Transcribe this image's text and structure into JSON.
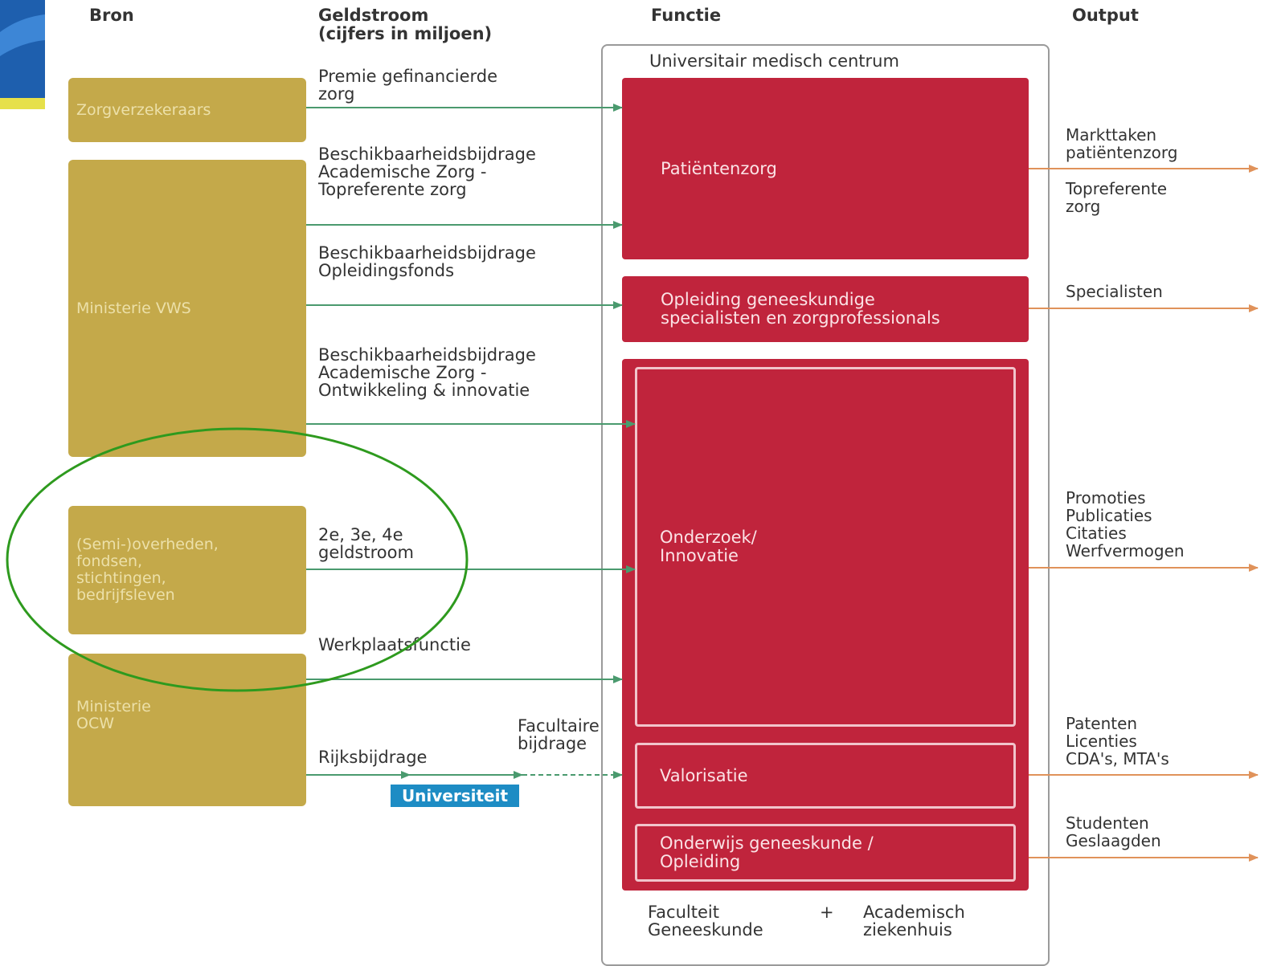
{
  "headers": {
    "bron": "Bron",
    "geldstroom": "Geldstroom\n(cijfers in miljoen)",
    "functie": "Functie",
    "output": "Output"
  },
  "sources": {
    "zorgverzekeraars": "Zorgverzekeraars",
    "vws": "Ministerie VWS",
    "semi": "(Semi-)overheden,\nfondsen,\nstichtingen,\nbedrijfsleven",
    "ocw": "Ministerie\nOCW"
  },
  "flows": {
    "premie": "Premie gefinancierde\nzorg",
    "bb_topref": "Beschikbaarheidsbijdrage\nAcademische Zorg -\nTopreferente zorg",
    "bb_opleiding": "Beschikbaarheidsbijdrage\nOpleidingsfonds",
    "bb_ontwikkeling": "Beschikbaarheidsbijdrage\nAcademische Zorg -\nOntwikkeling & innovatie",
    "geldstroom_234": "2e, 3e, 4e\ngeldstroom",
    "werkplaats": "Werkplaatsfunctie",
    "rijksbijdrage": "Rijksbijdrage",
    "facultaire": "Facultaire\nbijdrage",
    "universiteit": "Universiteit"
  },
  "umc": {
    "title": "Universitair medisch centrum",
    "patientenzorg": "Patiëntenzorg",
    "opleiding_specialisten": "Opleiding geneeskundige\nspecialisten en zorgprofessionals",
    "onderzoek": "Onderzoek/\nInnovatie",
    "valorisatie": "Valorisatie",
    "onderwijs": "Onderwijs geneeskunde /\nOpleiding",
    "faculteit": "Faculteit\nGeneeskunde",
    "plus": "+",
    "ziekenhuis": "Academisch\nziekenhuis"
  },
  "outputs": {
    "markttaken": "Markttaken\npatiëntenzorg",
    "topreferente": "Topreferente\nzorg",
    "specialisten": "Specialisten",
    "onderzoek_out": "Promoties\nPublicaties\nCitaties\nWerfvermogen",
    "valorisatie_out": "Patenten\nLicenties\nCDA's, MTA's",
    "onderwijs_out": "Studenten\nGeslaagden"
  },
  "colors": {
    "source_fill": "#c4a94a",
    "function_fill": "#c0243c",
    "flow_arrow": "#4a9a6e",
    "output_arrow": "#e0925a",
    "highlight_ellipse": "#2e9a1e",
    "universiteit_badge": "#1d8cc4"
  }
}
